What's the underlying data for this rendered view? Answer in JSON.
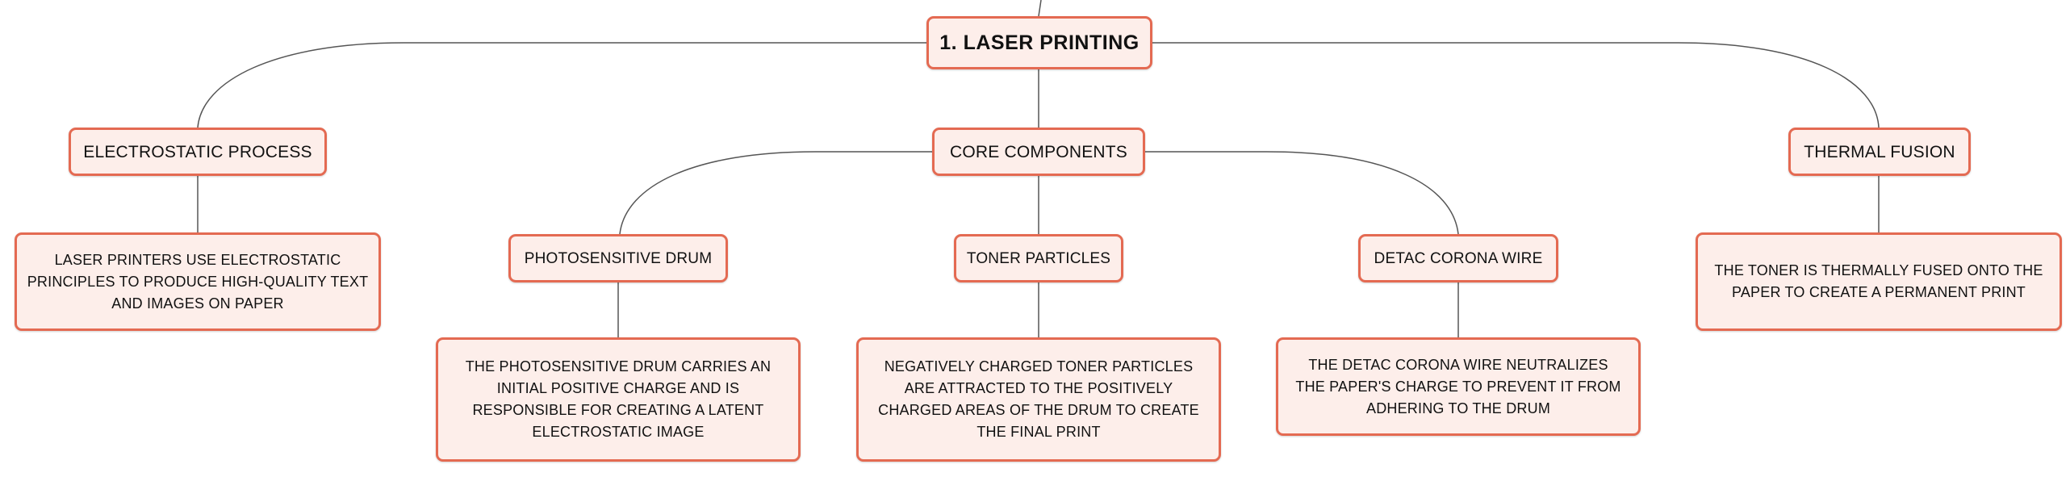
{
  "root": {
    "label": "1. LASER PRINTING"
  },
  "branches": {
    "electrostatic": {
      "label": "ELECTROSTATIC PROCESS",
      "desc": "LASER PRINTERS USE ELECTROSTATIC PRINCIPLES TO PRODUCE HIGH-QUALITY TEXT AND IMAGES ON PAPER"
    },
    "core": {
      "label": "CORE COMPONENTS",
      "drum": {
        "label": "PHOTOSENSITIVE DRUM",
        "desc": "THE PHOTOSENSITIVE DRUM CARRIES AN INITIAL POSITIVE CHARGE AND IS RESPONSIBLE FOR CREATING A LATENT ELECTROSTATIC IMAGE"
      },
      "toner": {
        "label": "TONER PARTICLES",
        "desc": "NEGATIVELY CHARGED TONER PARTICLES ARE ATTRACTED TO THE POSITIVELY CHARGED AREAS OF THE DRUM TO CREATE THE FINAL PRINT"
      },
      "corona": {
        "label": "DETAC CORONA WIRE",
        "desc": "THE DETAC CORONA WIRE NEUTRALIZES THE PAPER'S CHARGE TO PREVENT IT FROM ADHERING TO THE DRUM"
      }
    },
    "thermal": {
      "label": "THERMAL FUSION",
      "desc": "THE TONER IS THERMALLY FUSED ONTO THE PAPER TO CREATE A PERMANENT PRINT"
    }
  },
  "colors": {
    "node_fill": "#fdeeea",
    "node_border": "#e46a52",
    "connector": "#555555"
  }
}
